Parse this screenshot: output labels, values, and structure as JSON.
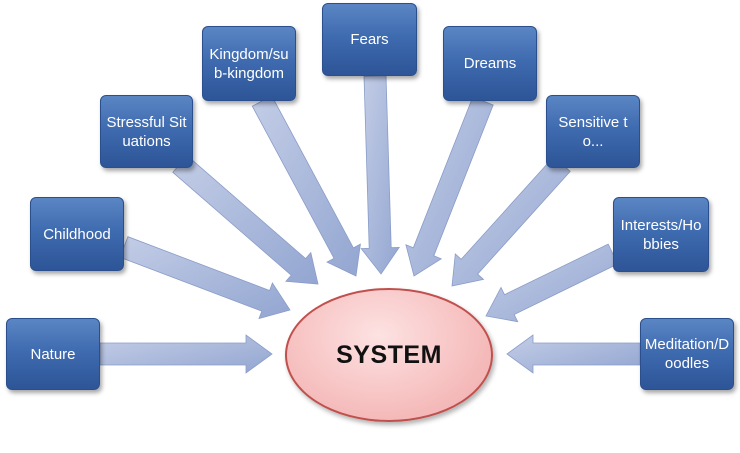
{
  "center": {
    "label": "SYSTEM"
  },
  "nodes": [
    {
      "key": "nature",
      "label": "Nature"
    },
    {
      "key": "childhood",
      "label": "Childhood"
    },
    {
      "key": "stressful",
      "label": "Stressful Situations"
    },
    {
      "key": "kingdom",
      "label": "Kingdom/sub-kingdom"
    },
    {
      "key": "fears",
      "label": "Fears"
    },
    {
      "key": "dreams",
      "label": "Dreams"
    },
    {
      "key": "sensitive",
      "label": "Sensitive to..."
    },
    {
      "key": "interests",
      "label": "Interests/Hobbies"
    },
    {
      "key": "meditation",
      "label": "Meditation/Doodles"
    }
  ],
  "colors": {
    "box": "#3f6bb0",
    "arrow": "#a8b6d8",
    "center_fill": "#f7c2c2",
    "center_border": "#c0504d"
  }
}
